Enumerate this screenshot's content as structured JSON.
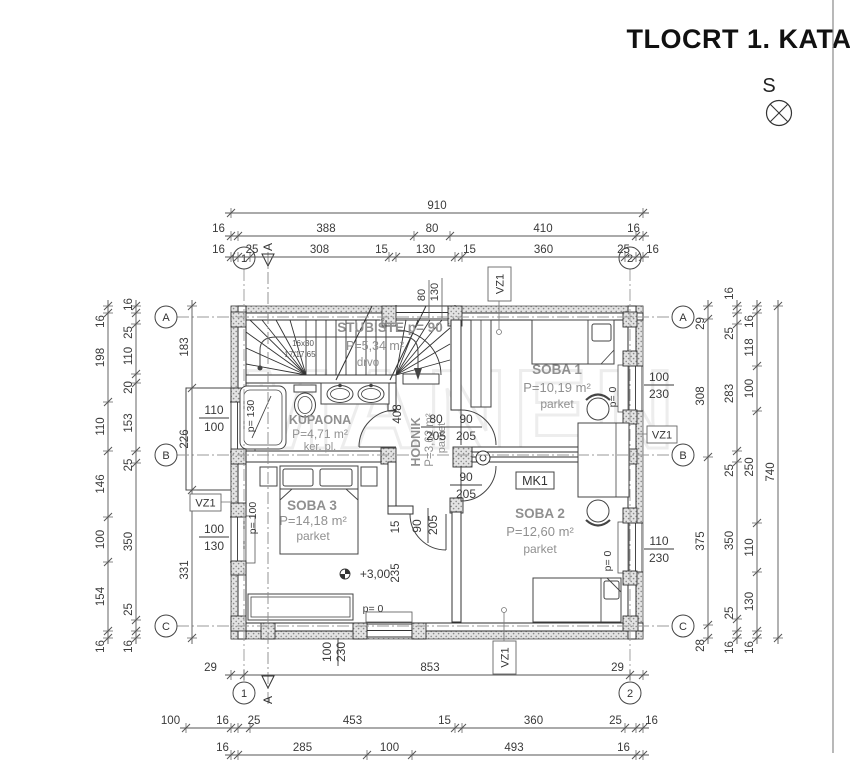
{
  "title": "TLOCRT 1. KATA",
  "north_label": "S",
  "rooms": {
    "stubiste": {
      "name": "STUBIŠTE",
      "p": "p= 90",
      "area": "P=5,34 m²",
      "floor": "drvo",
      "steps": "16x30",
      "steps2": "17/17,65"
    },
    "kupaona": {
      "name": "KUPAONA",
      "area": "P=4,71 m²",
      "floor": "ker. pl."
    },
    "hodnik": {
      "name": "HODNIK",
      "area": "P=3,62 m²",
      "floor": "parket"
    },
    "soba1": {
      "name": "SOBA 1",
      "area": "P=10,19 m²",
      "floor": "parket"
    },
    "soba2": {
      "name": "SOBA 2",
      "area": "P=12,60 m²",
      "floor": "parket"
    },
    "soba3": {
      "name": "SOBA 3",
      "area": "P=14,18 m²",
      "floor": "parket"
    }
  },
  "grid": {
    "columns": [
      "1",
      "2"
    ],
    "rows": [
      "A",
      "B",
      "C"
    ],
    "section_label": "A"
  },
  "tags": {
    "vz": "VZ1",
    "mk": "MK1"
  },
  "level_mark": "+3,00",
  "parapet": {
    "zero": "p= 0",
    "s100": "p= 100",
    "s130": "p= 130"
  },
  "doors": {
    "bath": [
      "80",
      "205"
    ],
    "room": [
      "90",
      "205"
    ]
  },
  "hall_dims": [
    "408",
    "15",
    "235"
  ],
  "stair_dims": [
    "80",
    "130"
  ],
  "window_specs": {
    "right_up": [
      "100",
      "230"
    ],
    "right_low": [
      "110",
      "230"
    ],
    "left_up": [
      "110",
      "100"
    ],
    "left_low": [
      "100",
      "130"
    ],
    "bottom": [
      "100",
      "230"
    ]
  },
  "dim_chains": {
    "top": [
      [
        "910"
      ],
      [
        "16",
        "388",
        "80",
        "410",
        "16"
      ],
      [
        "16",
        "25",
        "308",
        "15",
        "130",
        "15",
        "360",
        "25",
        "16"
      ]
    ],
    "bottom": [
      [
        "29",
        "853",
        "29"
      ],
      [
        "100",
        "16",
        "25",
        "453",
        "15",
        "360",
        "25",
        "16"
      ],
      [
        "16",
        "285",
        "100",
        "493",
        "16"
      ]
    ],
    "left": [
      [
        "16",
        "198",
        "110",
        "146",
        "100",
        "154",
        "16"
      ],
      [
        "16",
        "25",
        "110",
        "20",
        "153",
        "25",
        "350",
        "25",
        "16"
      ],
      [
        "183",
        "226",
        "331"
      ]
    ],
    "right": [
      [
        "29",
        "308",
        "375",
        "28"
      ],
      [
        "16",
        "25",
        "283",
        "25",
        "350",
        "25",
        "16"
      ],
      [
        "16",
        "118",
        "100",
        "250",
        "110",
        "130",
        "16"
      ],
      [
        "740"
      ]
    ]
  },
  "watermark": "MANEN"
}
